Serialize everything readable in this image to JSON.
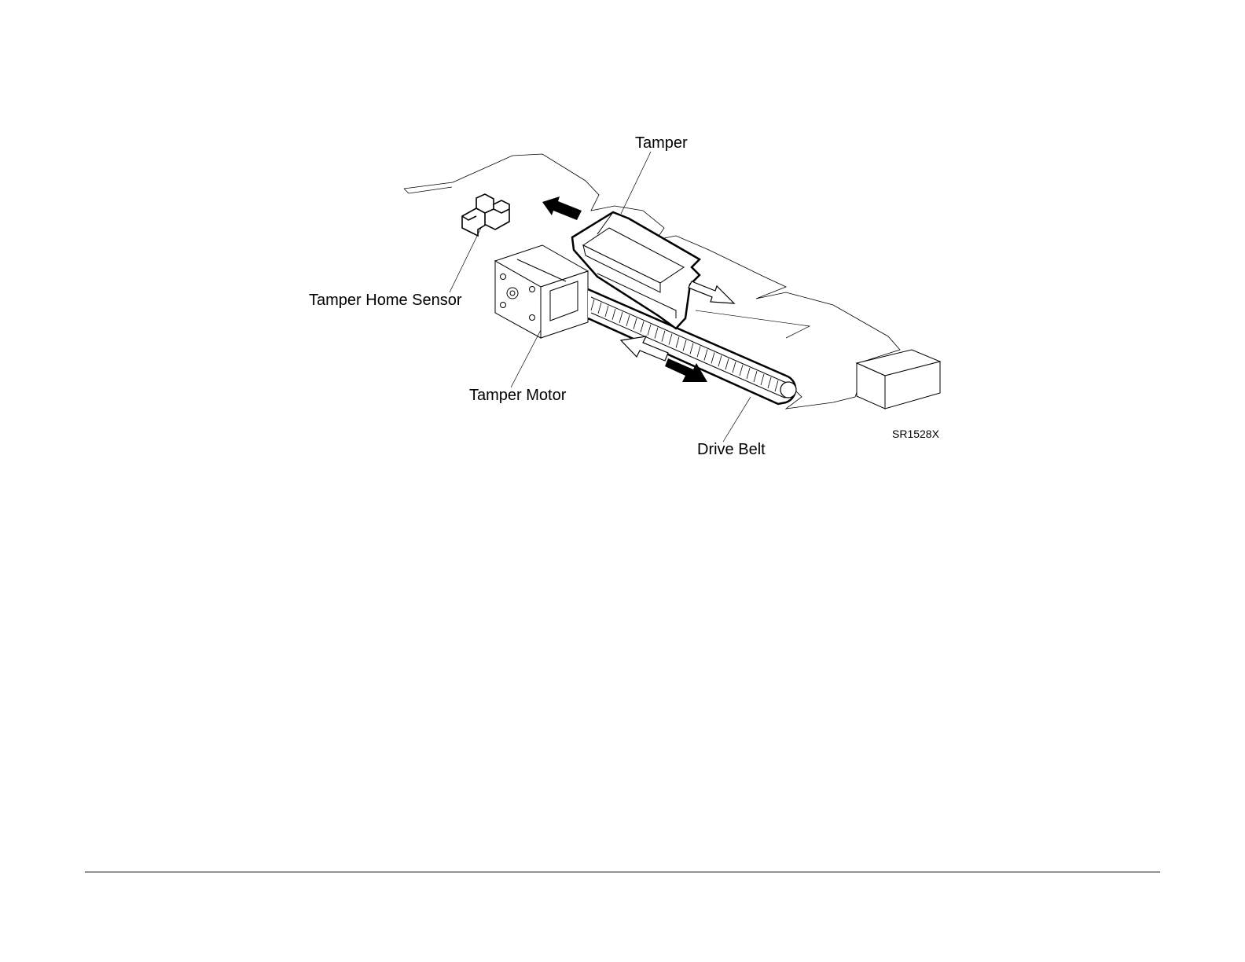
{
  "labels": {
    "tamper": "Tamper",
    "tamper_home_sensor": "Tamper Home Sensor",
    "tamper_motor": "Tamper Motor",
    "drive_belt": "Drive Belt"
  },
  "figure_code": "SR1528X"
}
